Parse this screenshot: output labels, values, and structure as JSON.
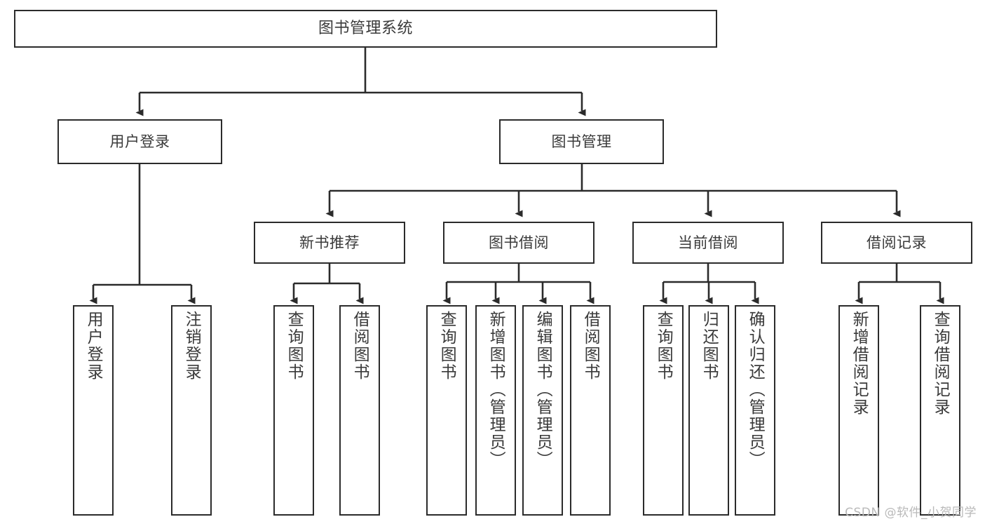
{
  "diagram": {
    "type": "tree",
    "title": "图书管理系统",
    "watermark": "CSDN @软件_小贺同学",
    "colors": {
      "border": "#2b2b2b",
      "text": "#3a3a3a",
      "background": "#ffffff",
      "watermark": "#b9b9b9"
    },
    "nodes": {
      "root": {
        "label": "图书管理系统"
      },
      "level2": [
        {
          "label": "用户登录"
        },
        {
          "label": "图书管理"
        }
      ],
      "level3": [
        {
          "label": "新书推荐"
        },
        {
          "label": "图书借阅"
        },
        {
          "label": "当前借阅"
        },
        {
          "label": "借阅记录"
        }
      ],
      "leaves": {
        "user_login": [
          {
            "label": "用户登录"
          },
          {
            "label": "注销登录"
          }
        ],
        "new_books": [
          {
            "label": "查询图书"
          },
          {
            "label": "借阅图书"
          }
        ],
        "book_borrow": [
          {
            "label": "查询图书"
          },
          {
            "label": "新增图书（管理员）"
          },
          {
            "label": "编辑图书（管理员）"
          },
          {
            "label": "借阅图书"
          }
        ],
        "current_borrow": [
          {
            "label": "查询图书"
          },
          {
            "label": "归还图书"
          },
          {
            "label": "确认归还（管理员）"
          }
        ],
        "borrow_records": [
          {
            "label": "新增借阅记录"
          },
          {
            "label": "查询借阅记录"
          }
        ]
      }
    }
  }
}
